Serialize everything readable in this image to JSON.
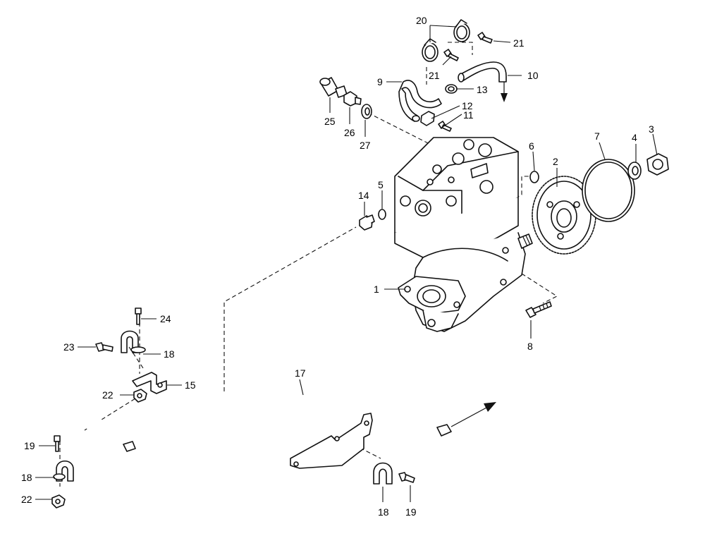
{
  "diagram": {
    "callouts": [
      {
        "id": "c1",
        "text": "1"
      },
      {
        "id": "c2",
        "text": "2"
      },
      {
        "id": "c3",
        "text": "3"
      },
      {
        "id": "c4",
        "text": "4"
      },
      {
        "id": "c5",
        "text": "5"
      },
      {
        "id": "c6",
        "text": "6"
      },
      {
        "id": "c7",
        "text": "7"
      },
      {
        "id": "c8",
        "text": "8"
      },
      {
        "id": "c9",
        "text": "9"
      },
      {
        "id": "c10",
        "text": "10"
      },
      {
        "id": "c11",
        "text": "11"
      },
      {
        "id": "c12",
        "text": "12"
      },
      {
        "id": "c13",
        "text": "13"
      },
      {
        "id": "c14",
        "text": "14"
      },
      {
        "id": "c15",
        "text": "15"
      },
      {
        "id": "c17",
        "text": "17"
      },
      {
        "id": "c18a",
        "text": "18"
      },
      {
        "id": "c18b",
        "text": "18"
      },
      {
        "id": "c18c",
        "text": "18"
      },
      {
        "id": "c19a",
        "text": "19"
      },
      {
        "id": "c19b",
        "text": "19"
      },
      {
        "id": "c20",
        "text": "20"
      },
      {
        "id": "c21a",
        "text": "21"
      },
      {
        "id": "c21b",
        "text": "21"
      },
      {
        "id": "c22a",
        "text": "22"
      },
      {
        "id": "c22b",
        "text": "22"
      },
      {
        "id": "c23",
        "text": "23"
      },
      {
        "id": "c24",
        "text": "24"
      },
      {
        "id": "c25",
        "text": "25"
      },
      {
        "id": "c26",
        "text": "26"
      },
      {
        "id": "c27",
        "text": "27"
      }
    ]
  }
}
